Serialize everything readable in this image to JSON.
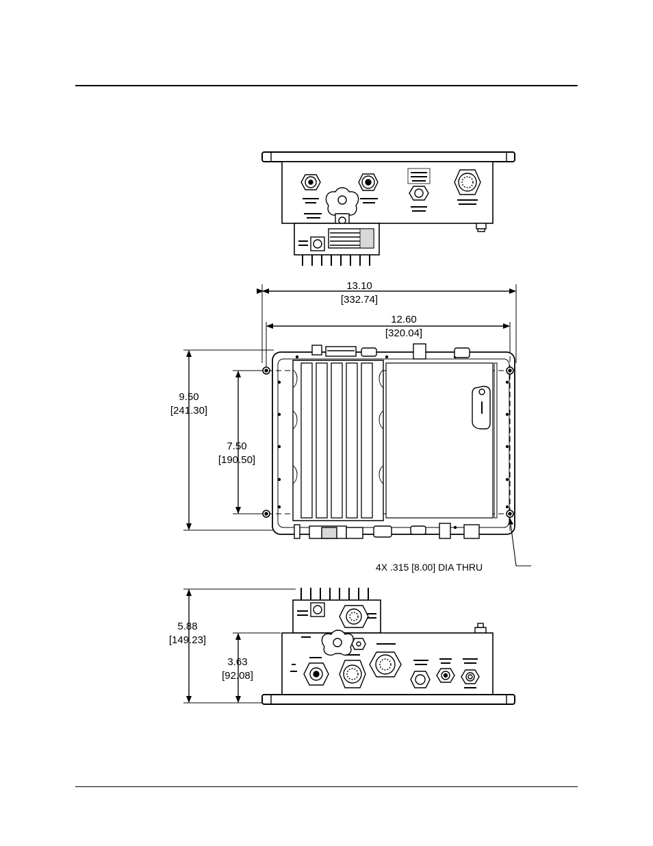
{
  "dimensions": {
    "overall_width": {
      "in": "13.10",
      "mm": "[332.74]"
    },
    "mount_width": {
      "in": "12.60",
      "mm": "[320.04]"
    },
    "overall_depth": {
      "in": "9.50",
      "mm": "[241.30]"
    },
    "mount_depth": {
      "in": "7.50",
      "mm": "[190.50]"
    },
    "overall_height": {
      "in": "5.88",
      "mm": "[149.23]"
    },
    "body_height": {
      "in": "3.63",
      "mm": "[92.08]"
    }
  },
  "hole_note": "4X .315 [8.00]  DIA THRU",
  "colors": {
    "line": "#000000",
    "paper": "#ffffff",
    "shade": "#d8d8d8"
  }
}
